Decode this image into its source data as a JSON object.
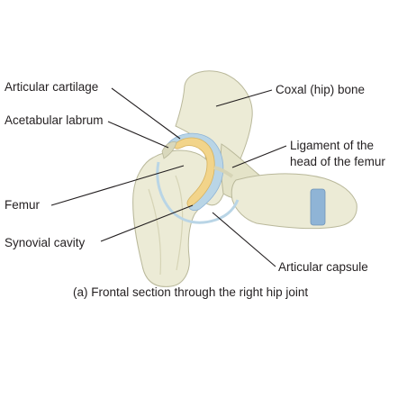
{
  "labels": {
    "articular_cartilage": "Articular cartilage",
    "acetabular_labrum": "Acetabular labrum",
    "femur": "Femur",
    "synovial_cavity": "Synovial cavity",
    "coxal_bone": "Coxal (hip) bone",
    "ligament_line1": "Ligament of the",
    "ligament_line2": "head of the femur",
    "articular_capsule": "Articular capsule"
  },
  "caption": "(a) Frontal section through the right hip joint",
  "colors": {
    "bone": "#ecebd6",
    "bone_outline": "#b9b89a",
    "cartilage": "#f2d48a",
    "synovial": "#b9d5e6",
    "capsule_band": "#8fb4d6",
    "leader": "#231f20"
  }
}
